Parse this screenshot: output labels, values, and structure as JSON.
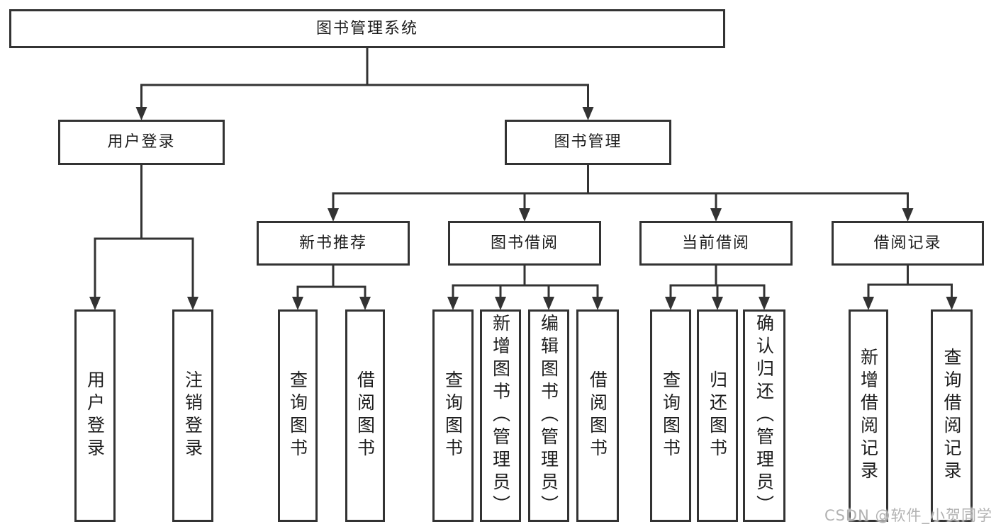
{
  "title": "图书管理系统",
  "watermark": "CSDN @软件_小贺同学",
  "colors": {
    "line": "#333333",
    "text": "#1d1d1d",
    "background": "#ffffff",
    "watermark": "#b2b2b2"
  },
  "nodes": [
    {
      "id": "root",
      "label": "图书管理系统",
      "vertical": false
    },
    {
      "id": "user-login",
      "label": "用户登录",
      "vertical": false
    },
    {
      "id": "book-mgmt",
      "label": "图书管理",
      "vertical": false
    },
    {
      "id": "new-book-rec",
      "label": "新书推荐",
      "vertical": false
    },
    {
      "id": "book-borrow",
      "label": "图书借阅",
      "vertical": false
    },
    {
      "id": "current-borrow",
      "label": "当前借阅",
      "vertical": false
    },
    {
      "id": "borrow-record",
      "label": "借阅记录",
      "vertical": false
    },
    {
      "id": "leaf-user-login",
      "label": "用户登录",
      "vertical": true
    },
    {
      "id": "leaf-logout",
      "label": "注销登录",
      "vertical": true
    },
    {
      "id": "leaf-nb-query",
      "label": "查询图书",
      "vertical": true
    },
    {
      "id": "leaf-nb-borrow",
      "label": "借阅图书",
      "vertical": true
    },
    {
      "id": "leaf-bb-query",
      "label": "查询图书",
      "vertical": true
    },
    {
      "id": "leaf-bb-add",
      "label": "新增图书（管理员）",
      "vertical": true
    },
    {
      "id": "leaf-bb-edit",
      "label": "编辑图书（管理员）",
      "vertical": true
    },
    {
      "id": "leaf-bb-borrow",
      "label": "借阅图书",
      "vertical": true
    },
    {
      "id": "leaf-cb-query",
      "label": "查询图书",
      "vertical": true
    },
    {
      "id": "leaf-cb-return",
      "label": "归还图书",
      "vertical": true
    },
    {
      "id": "leaf-cb-confirm",
      "label": "确认归还（管理员）",
      "vertical": true
    },
    {
      "id": "leaf-br-add",
      "label": "新增借阅记录",
      "vertical": true
    },
    {
      "id": "leaf-br-query",
      "label": "查询借阅记录",
      "vertical": true
    }
  ],
  "hierarchy": {
    "root": [
      "user-login",
      "book-mgmt"
    ],
    "user-login": [
      "leaf-user-login",
      "leaf-logout"
    ],
    "book-mgmt": [
      "new-book-rec",
      "book-borrow",
      "current-borrow",
      "borrow-record"
    ],
    "new-book-rec": [
      "leaf-nb-query",
      "leaf-nb-borrow"
    ],
    "book-borrow": [
      "leaf-bb-query",
      "leaf-bb-add",
      "leaf-bb-edit",
      "leaf-bb-borrow"
    ],
    "current-borrow": [
      "leaf-cb-query",
      "leaf-cb-return",
      "leaf-cb-confirm"
    ],
    "borrow-record": [
      "leaf-br-add",
      "leaf-br-query"
    ]
  }
}
